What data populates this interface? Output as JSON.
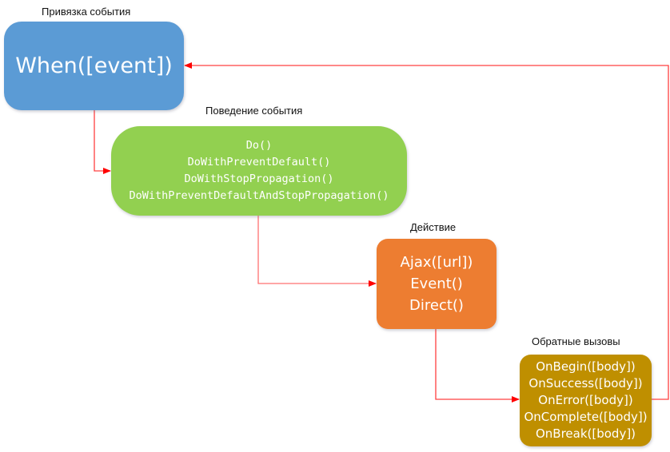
{
  "nodes": {
    "binding": {
      "caption": "Привязка события",
      "lines": [
        "When([event])"
      ],
      "color": "#5b9bd5"
    },
    "behavior": {
      "caption": "Поведение события",
      "lines": [
        "Do()",
        "DoWithPreventDefault()",
        "DoWithStopPropagation()",
        "DoWithPreventDefaultAndStopPropagation()"
      ],
      "color": "#92d050"
    },
    "action": {
      "caption": "Действие",
      "lines": [
        "Ajax([url])",
        "Event()",
        "Direct()"
      ],
      "color": "#ed7d31"
    },
    "callbacks": {
      "caption": "Обратные вызовы",
      "lines": [
        "OnBegin([body])",
        "OnSuccess([body])",
        "OnError([body])",
        "OnComplete([body])",
        "OnBreak([body])"
      ],
      "color": "#bf8f00"
    }
  },
  "edges": [
    {
      "from": "binding",
      "to": "behavior"
    },
    {
      "from": "behavior",
      "to": "action"
    },
    {
      "from": "action",
      "to": "callbacks"
    },
    {
      "from": "callbacks",
      "to": "binding"
    }
  ],
  "connector_color": "#ff0000"
}
